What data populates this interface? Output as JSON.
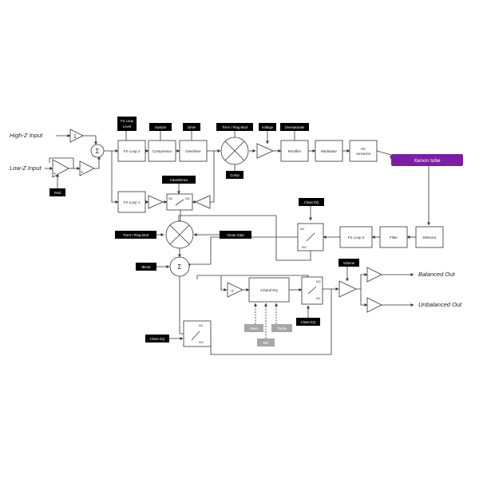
{
  "inputs": {
    "hiz": "High-Z Input",
    "loz": "Low-Z Input",
    "pad": "Pad"
  },
  "symbols": {
    "gain_one": "1",
    "sum": "Σ",
    "minus": "-",
    "plus": "+",
    "minus_one": "-1"
  },
  "blocks": {
    "fx_loop_2": "FX Loop 2",
    "compressor": "Compressor",
    "overdrive": "Overdrive",
    "rectifier": "Rectifier",
    "modulator": "Modulator",
    "hv_connector_1": "HV",
    "hv_connector_2": "connector",
    "xenon_tube": "Xenon tube",
    "fx_loop_1": "FX Loop 1",
    "fx_loop_3": "FX Loop 3",
    "filter": "Filter",
    "detector": "Detector",
    "three_band_eq": "3-band EQ"
  },
  "controls": {
    "fx_loop_level_1": "FX Loop",
    "fx_loop_level_2": "Level",
    "sustain": "Sustain",
    "drive": "Drive",
    "trem_ring_mod_top": "Trem / Ring Mod",
    "voltage": "Voltage",
    "oversaturate": "Oversaturate",
    "comp": "Comp",
    "clean_drive": "Clean/Drive",
    "clean_eq_top": "Clean EQ",
    "trem_ring_mod_mid": "Trem / Ring Mod",
    "clean_gate": "Clean Gate",
    "blend": "Blend",
    "volume": "Volume",
    "clean_eq_bottom_left": "Clean EQ",
    "clean_eq_bottom_mid": "Clean EQ",
    "bass": "Bass",
    "mid": "Mid",
    "treble": "Treble"
  },
  "switch_labels": {
    "nc": "NC",
    "no": "NO"
  },
  "outputs": {
    "balanced": "Balanced Out",
    "unbalanced": "Unbalanced Out"
  },
  "colors": {
    "line": "#333333",
    "control_fill": "#000000",
    "control_text": "#ffffff",
    "eq_control_fill": "#a6a6a6",
    "xenon_fill": "#7b1fa2",
    "xenon_text": "#ffffff"
  }
}
